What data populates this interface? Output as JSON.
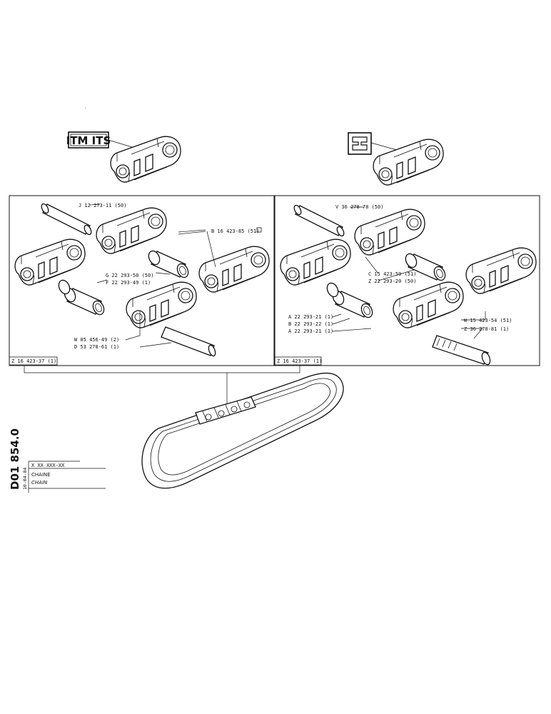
{
  "left_panel": {
    "logo_text": "ITM ITS",
    "labels": {
      "j": "J 12 273-11 (50)",
      "b": "B 16 423-85 (51)",
      "g": "G 22 293-50 (50)",
      "f": "F 22 293-49 (1)",
      "w": "W 05 456-49 (2)",
      "d": "D 53 278-61 (1)",
      "z": "Z 16 423-37 (1)"
    }
  },
  "right_panel": {
    "labels": {
      "v": "V 36 278-78 (50)",
      "c": "C 15 423-59 (51)",
      "z1": "Z 22 293-20 (50)",
      "a1": "A 22 293-21 (1)",
      "b": "B 22 293-22 (1)",
      "a2": "A 22 293-21 (1)",
      "w": "W 15 423-54 (51)",
      "z2": "Z 36 278-81 (1)",
      "z3": "Z 16 423-37 (1)"
    }
  },
  "title_block": {
    "code": "D01 854.0",
    "date": "10-04-84",
    "ref": "X XX XXX-XX",
    "name_fr": "CHAINE",
    "name_en": "CHAIN"
  }
}
